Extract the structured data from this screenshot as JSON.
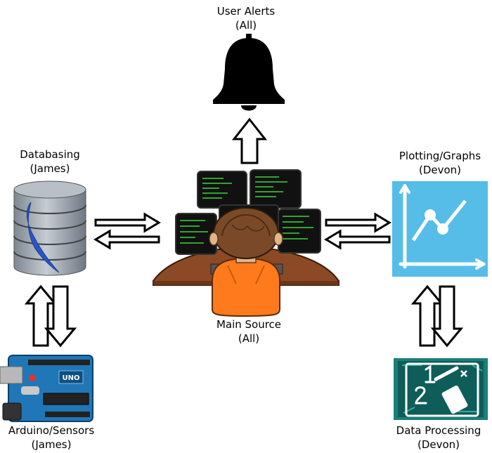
{
  "nodes": {
    "user_alerts": {
      "name": "User Alerts",
      "owner": "(All)",
      "icon": "bell-icon"
    },
    "databasing": {
      "name": "Databasing",
      "owner": "(James)",
      "icon": "database-icon"
    },
    "plotting": {
      "name": "Plotting/Graphs",
      "owner": "(Devon)",
      "icon": "line-graph-icon"
    },
    "main_source": {
      "name": "Main Source",
      "owner": "(All)",
      "icon": "programmer-at-monitors-icon"
    },
    "arduino": {
      "name": "Arduino/Sensors",
      "owner": "(James)",
      "icon": "arduino-board-icon"
    },
    "data_processing": {
      "name": "Data Processing",
      "owner": "(Devon)",
      "icon": "math-tools-icon"
    }
  },
  "board_text": {
    "brand": "UNO"
  },
  "colors": {
    "graph_bg": "#56bde9",
    "shirt": "#ff7a1c",
    "desk": "#8b4a25",
    "screen_code": "#3cd63c",
    "board_blue": "#1f77b8",
    "chalkboard": "#1b7f78",
    "database": "#8a94a0",
    "database_mark": "#2a55c8"
  }
}
